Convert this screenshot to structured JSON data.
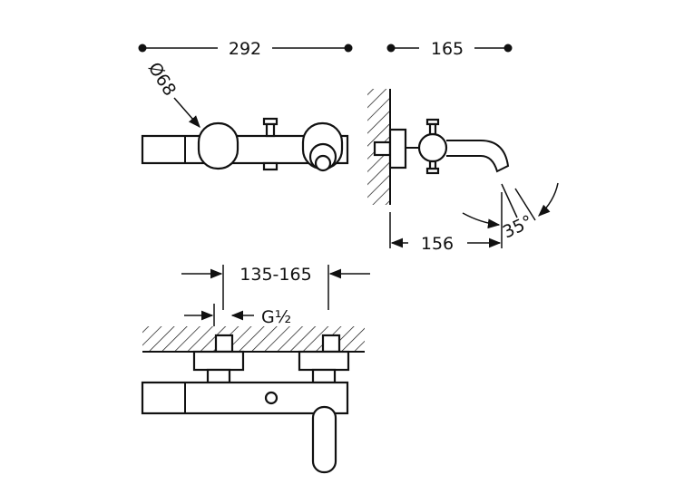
{
  "dimensions": {
    "body_length": "292",
    "projection_depth": "165",
    "diameter_label": "Ø68",
    "spout_reach": "156",
    "spout_angle": "35°",
    "centers_range": "135-165",
    "thread": "G½"
  },
  "colors": {
    "line": "#111111",
    "background": "#ffffff"
  }
}
